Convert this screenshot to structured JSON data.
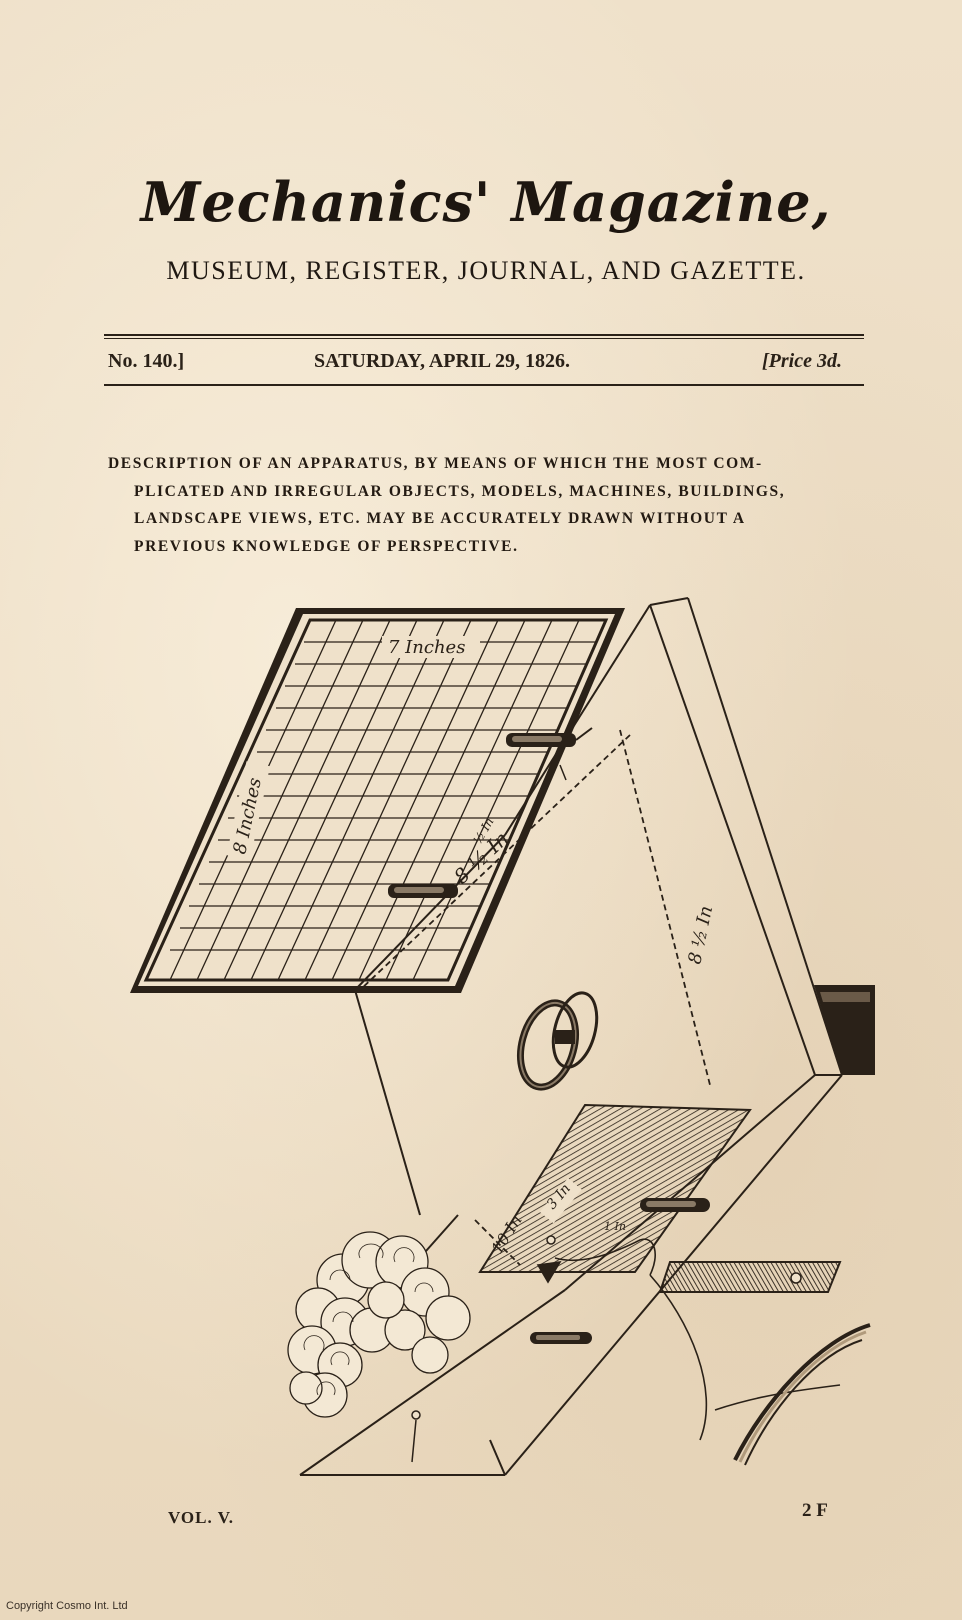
{
  "page": {
    "masthead": "Mechanics' Magazine,",
    "subtitle": "MUSEUM, REGISTER, JOURNAL, AND GAZETTE.",
    "issue_number": "No. 140.]",
    "issue_date": "SATURDAY, APRIL 29, 1826.",
    "issue_price": "[Price 3d.",
    "description_lines": [
      "DESCRIPTION OF AN APPARATUS, BY MEANS OF WHICH THE MOST COM-",
      "PLICATED AND IRREGULAR OBJECTS, MODELS, MACHINES, BUILDINGS,",
      "LANDSCAPE VIEWS, ETC. MAY BE ACCURATELY DRAWN WITHOUT A",
      "PREVIOUS KNOWLEDGE OF PERSPECTIVE."
    ],
    "footer_volume": "VOL. V.",
    "footer_signature": "2 F",
    "copyright": "Copyright Cosmo Int. Ltd"
  },
  "illustration": {
    "labels": {
      "grid_width": "7 Inches",
      "grid_height": "8 Inches",
      "half_inch": "½ In",
      "board_length": "8 ½ In",
      "side_length": "8 ½ In",
      "base_length": "10 In",
      "small_3": "3 In",
      "small_1": "1 In"
    }
  }
}
